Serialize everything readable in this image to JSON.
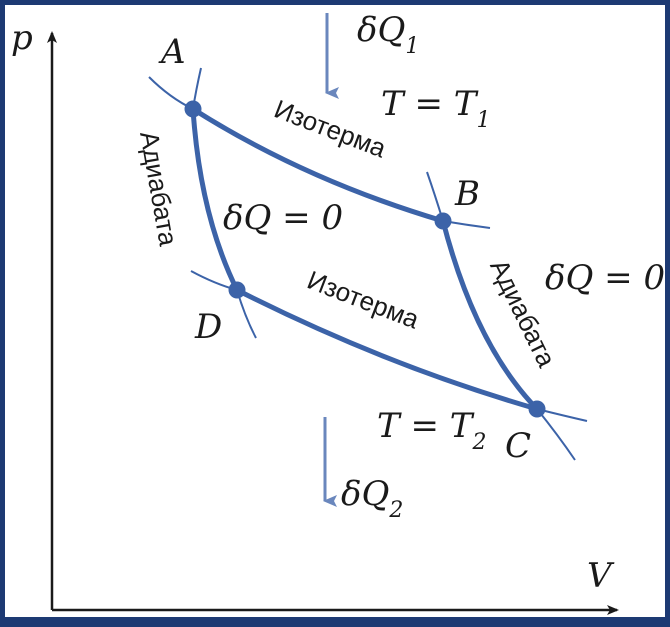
{
  "axes": {
    "y_label": "p",
    "x_label": "V"
  },
  "points": {
    "a": "A",
    "b": "B",
    "c": "C",
    "d": "D"
  },
  "labels": {
    "isotherm_top": "Изотерма",
    "isotherm_bottom": "Изотерма",
    "adiabat_left": "Адиабата",
    "adiabat_right": "Адиабата",
    "t_top": "T = T",
    "t_top_sub": "1",
    "t_bottom": "T = T",
    "t_bottom_sub": "2",
    "dq_inside": "δQ = 0",
    "dq_right": "δQ = 0",
    "dq_in": "δQ",
    "dq_in_sub": "1",
    "dq_out": "δQ",
    "dq_out_sub": "2"
  },
  "colors": {
    "curve": "#3c63a8",
    "arrow": "#6a87bd",
    "axis": "#1a1a1a",
    "border": "#1d3a73"
  }
}
